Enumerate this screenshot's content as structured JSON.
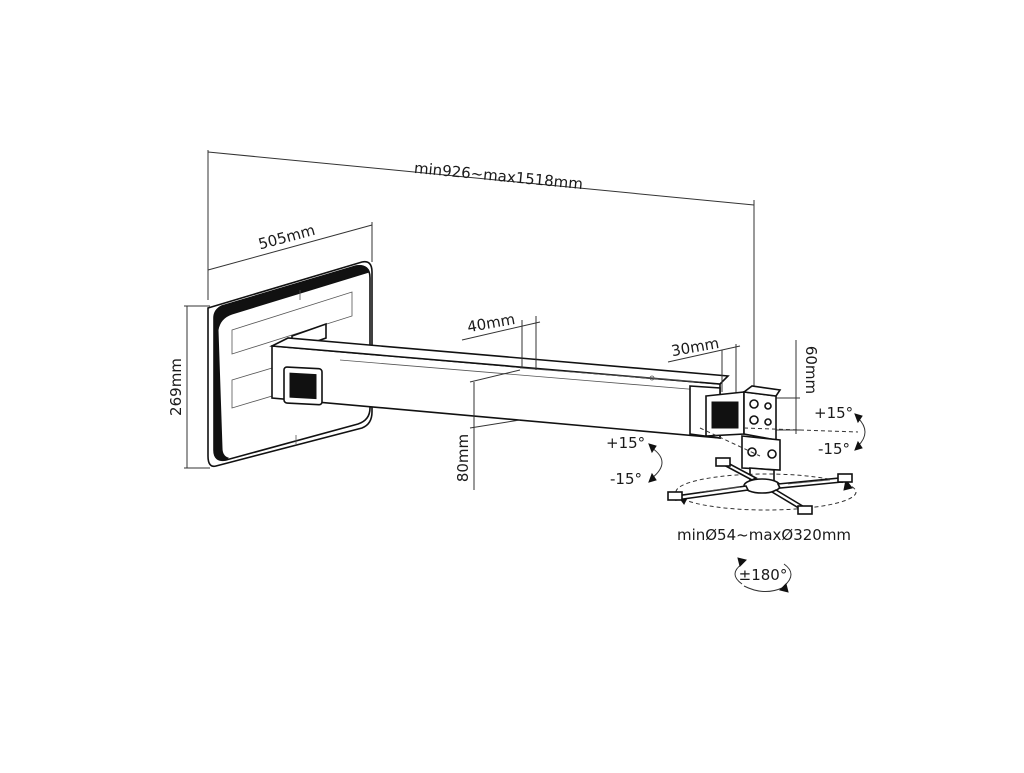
{
  "diagram": {
    "labels": {
      "total_length": "min926~max1518mm",
      "plate_width": "505mm",
      "plate_height": "269mm",
      "arm_width": "40mm",
      "arm_height": "80mm",
      "head_width": "30mm",
      "head_height": "60mm",
      "tilt_side_plus": "+15°",
      "tilt_side_minus": "-15°",
      "tilt_front_plus": "+15°",
      "tilt_front_minus": "-15°",
      "bracket_range": "minØ54~maxØ320mm",
      "rotation": "±180°"
    },
    "colors": {
      "line": "#111111",
      "fill": "#ffffff"
    }
  }
}
